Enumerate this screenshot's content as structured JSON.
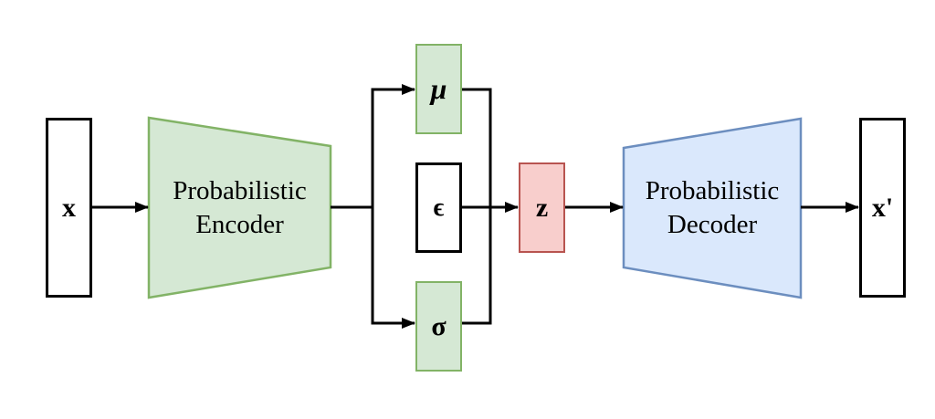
{
  "figure": {
    "description": "Variational autoencoder block diagram",
    "nodes": {
      "input": {
        "label": "x"
      },
      "encoder": {
        "line1": "Probabilistic",
        "line2": "Encoder"
      },
      "mu": {
        "label": "μ"
      },
      "epsilon": {
        "label": "ϵ"
      },
      "sigma": {
        "label": "σ"
      },
      "latent": {
        "label": "z"
      },
      "decoder": {
        "line1": "Probabilistic",
        "line2": "Decoder"
      },
      "output": {
        "label": "x'"
      }
    },
    "colors": {
      "green_fill": "#d5e8d4",
      "green_stroke": "#82b366",
      "blue_fill": "#dae8fc",
      "blue_stroke": "#6c8ebf",
      "red_fill": "#f8cecc",
      "red_stroke": "#b85450",
      "line": "#000000",
      "background": "#ffffff"
    }
  }
}
